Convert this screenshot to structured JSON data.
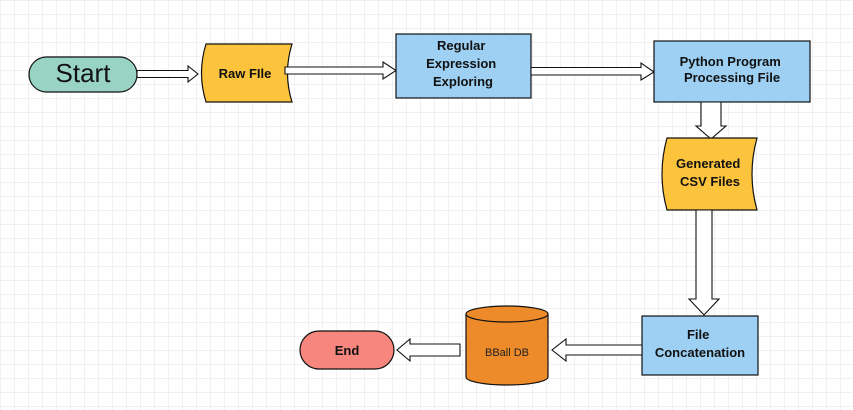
{
  "diagram": {
    "nodes": {
      "start": {
        "label": "Start"
      },
      "raw_file": {
        "label": "Raw FIle"
      },
      "regex": {
        "lines": [
          "Regular",
          "Expression",
          "Exploring"
        ]
      },
      "python": {
        "lines": [
          "Python Program",
          "Processing File"
        ]
      },
      "csv": {
        "lines": [
          "Generated",
          "CSV Files"
        ]
      },
      "concat": {
        "lines": [
          "File",
          "Concatenation"
        ]
      },
      "db": {
        "label": "BBall DB"
      },
      "end": {
        "label": "End"
      }
    },
    "edges": [
      {
        "from": "start",
        "to": "raw_file"
      },
      {
        "from": "raw_file",
        "to": "regex"
      },
      {
        "from": "regex",
        "to": "python"
      },
      {
        "from": "python",
        "to": "csv"
      },
      {
        "from": "csv",
        "to": "concat"
      },
      {
        "from": "concat",
        "to": "db"
      },
      {
        "from": "db",
        "to": "end"
      }
    ]
  },
  "colors": {
    "terminal_start": "#99d3c4",
    "terminal_end": "#f7877e",
    "document": "#fcc43c",
    "process": "#9dd0f3",
    "database": "#ed8a2a",
    "grid": "#e3e3e3",
    "stroke": "#111111"
  }
}
